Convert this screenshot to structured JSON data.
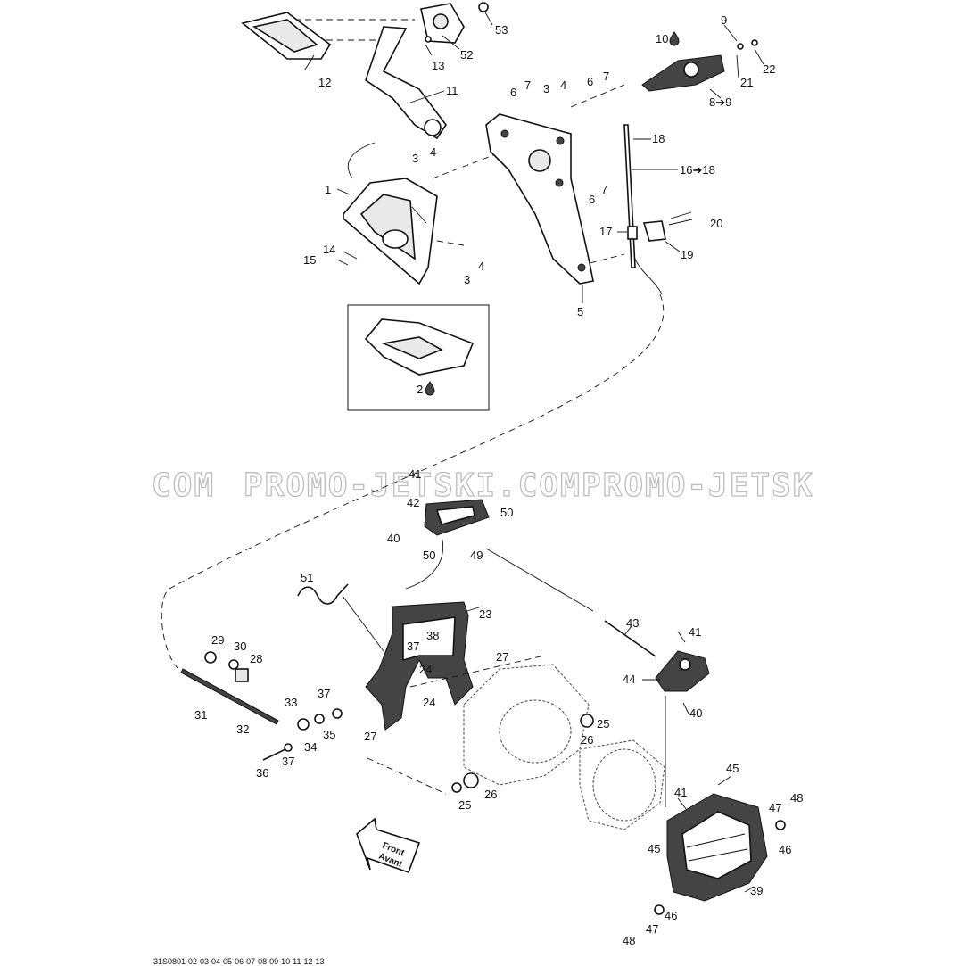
{
  "watermark": {
    "left": "COM",
    "middle": "PROMO-JETSKI.COM",
    "right": "PROMO-JETSK"
  },
  "direction_arrow": {
    "line1": "Front",
    "line2": "Avant"
  },
  "footer": {
    "code": "31S0801-02-03-04-05-06-07-08-09-10-11-12-13"
  },
  "labels": {
    "p1": "1",
    "p2": "2",
    "p3a": "3",
    "p3b": "3",
    "p3c": "3",
    "p4a": "4",
    "p4b": "4",
    "p4c": "4",
    "p5": "5",
    "p6a": "6",
    "p6b": "6",
    "p6c": "6",
    "p7a": "7",
    "p7b": "7",
    "p7c": "7",
    "p8": "8➔9",
    "p9": "9",
    "p10": "10",
    "p11": "11",
    "p12": "12",
    "p13": "13",
    "p14": "14",
    "p15": "15",
    "p16": "16➔18",
    "p17": "17",
    "p18": "18",
    "p19": "19",
    "p20": "20",
    "p21": "21",
    "p22": "22",
    "p23": "23",
    "p24a": "24",
    "p24b": "24",
    "p25a": "25",
    "p25b": "25",
    "p26a": "26",
    "p26b": "26",
    "p27a": "27",
    "p27b": "27",
    "p28": "28",
    "p29": "29",
    "p30": "30",
    "p31": "31",
    "p32": "32",
    "p33": "33",
    "p34": "34",
    "p35": "35",
    "p36": "36",
    "p37a": "37",
    "p37b": "37",
    "p37c": "37",
    "p38": "38",
    "p39": "39",
    "p40a": "40",
    "p40b": "40",
    "p41a": "41",
    "p41b": "41",
    "p41c": "41",
    "p42": "42",
    "p43": "43",
    "p44": "44",
    "p45a": "45",
    "p45b": "45",
    "p46a": "46",
    "p46b": "46",
    "p47a": "47",
    "p47b": "47",
    "p48a": "48",
    "p48b": "48",
    "p49": "49",
    "p50a": "50",
    "p50b": "50",
    "p51": "51",
    "p52": "52",
    "p53": "53"
  },
  "icons": {
    "adhesive": "drop-icon"
  }
}
